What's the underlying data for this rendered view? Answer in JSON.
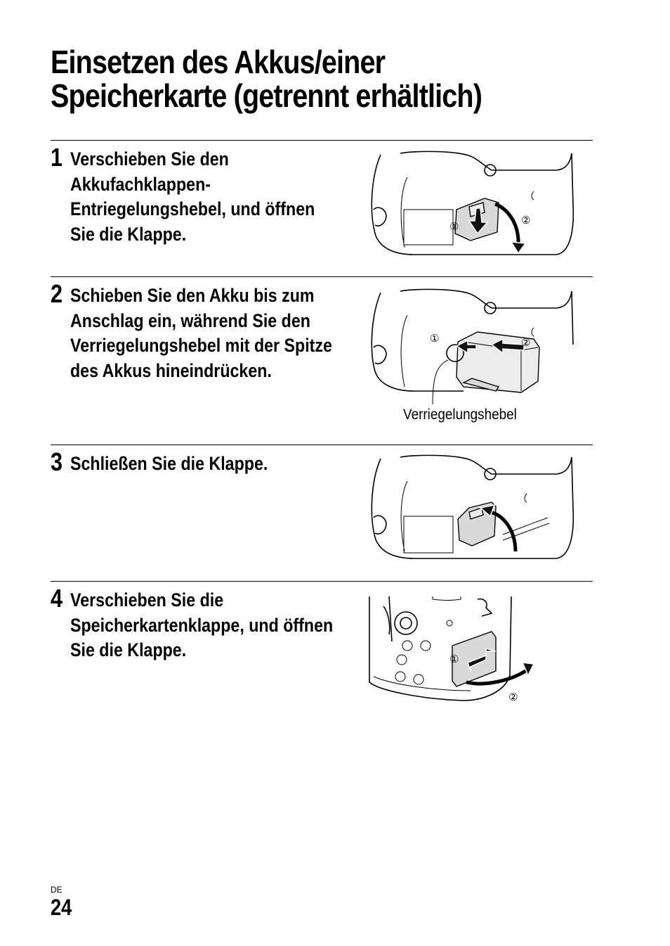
{
  "title": {
    "line1": "Einsetzen des Akkus/einer",
    "line2": "Speicherkarte (getrennt erhältlich)"
  },
  "steps": [
    {
      "number": "1",
      "lines": [
        "Verschieben Sie den",
        "Akkufachklappen-",
        "Entriegelungshebel, und öffnen",
        "Sie die Klappe."
      ]
    },
    {
      "number": "2",
      "lines": [
        "Schieben Sie den Akku bis zum",
        "Anschlag ein, während Sie den",
        "Verriegelungshebel mit der Spitze",
        "des Akkus hineindrücken."
      ],
      "caption": "Verriegelungshebel"
    },
    {
      "number": "3",
      "lines": [
        "Schließen Sie die Klappe."
      ]
    },
    {
      "number": "4",
      "lines": [
        "Verschieben Sie die",
        "Speicherkartenklappe, und öffnen",
        "Sie die Klappe."
      ]
    }
  ],
  "markers": {
    "one": "①",
    "two": "②"
  },
  "footer": {
    "lang": "DE",
    "page": "24"
  }
}
